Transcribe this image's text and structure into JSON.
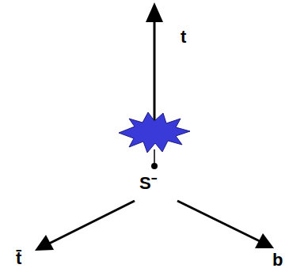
{
  "diagram": {
    "labels": [
      "t",
      "S⁻",
      "t̄",
      "b"
    ]
  }
}
